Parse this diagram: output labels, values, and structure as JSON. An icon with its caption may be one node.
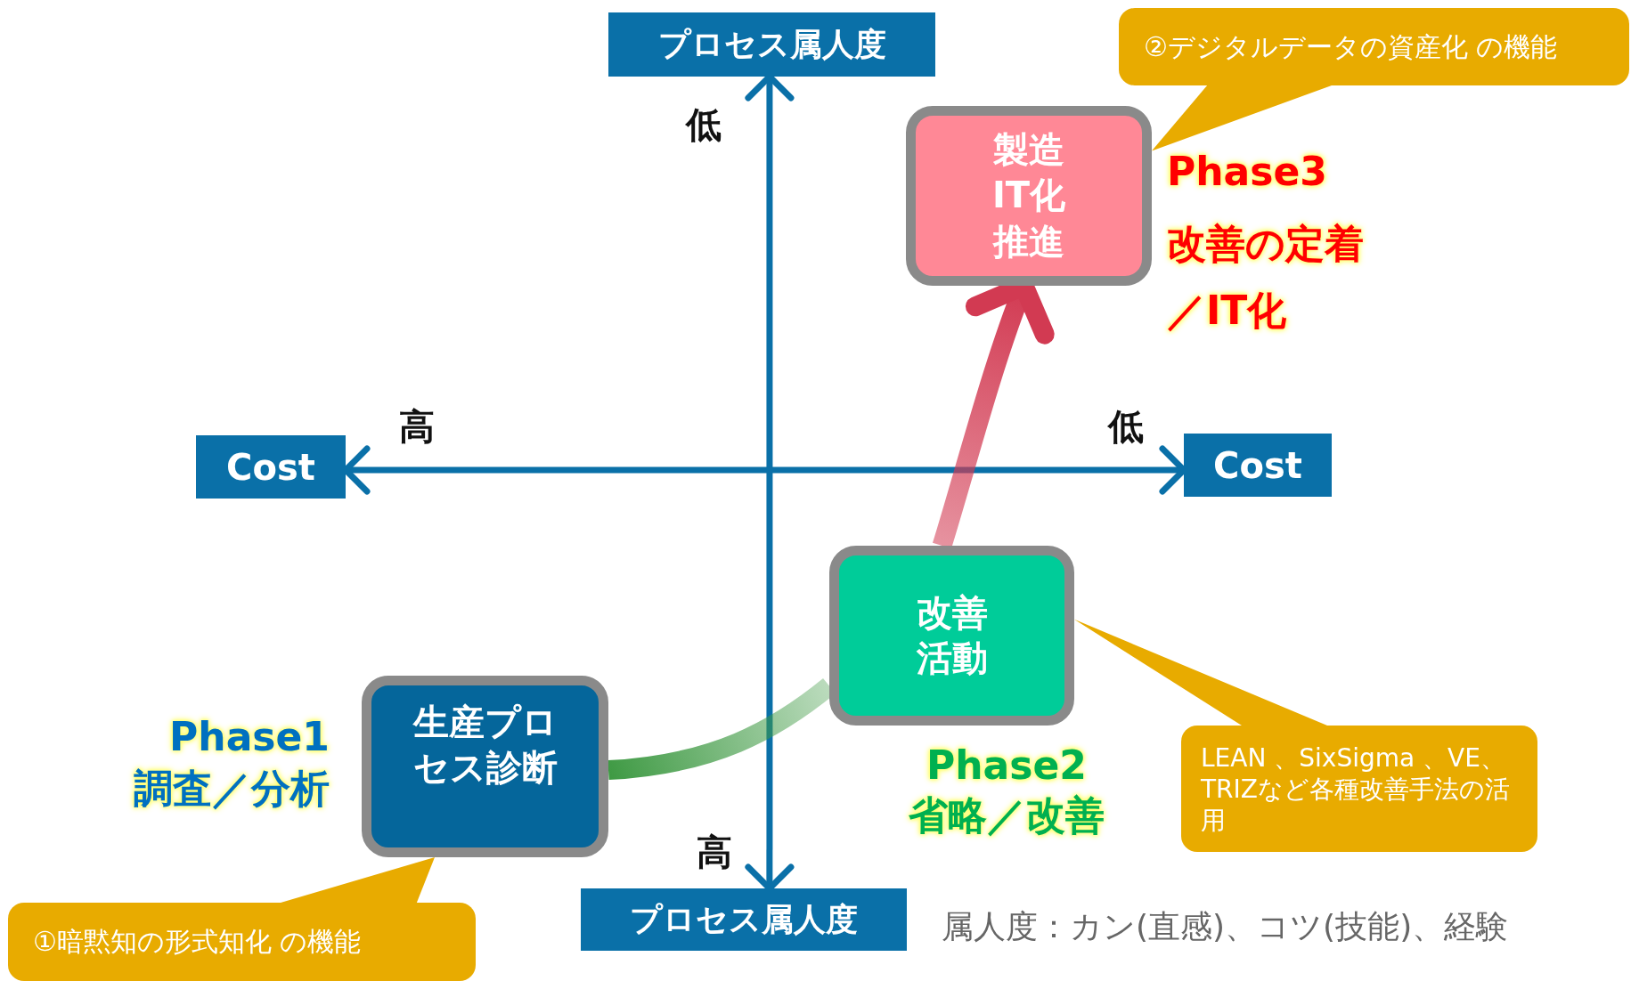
{
  "diagram": {
    "nodes": [
      {
        "text": [
          "プロセス属人度"
        ]
      },
      {
        "text": [
          "プロセス属人度"
        ]
      },
      {
        "text": [
          "Cost"
        ]
      },
      {
        "text": [
          "Cost"
        ]
      },
      {
        "text": [
          "生産プロセス診断"
        ],
        "beside": [
          "Phase1",
          "調査／分析"
        ]
      },
      {
        "text": [
          "改善活動"
        ],
        "beside": [
          "Phase2",
          "省略／改善"
        ]
      },
      {
        "text": [
          "製造IT化推進"
        ],
        "beside": [
          "Phase3",
          "改善の定着／IT化"
        ]
      },
      {
        "text": [
          "①暗黙知の形式知化 の機能"
        ]
      },
      {
        "text": [
          "②デジタルデータの資産化 の機能"
        ]
      },
      {
        "text": [
          "LEAN 、SixSigma 、VE、TRIZなど各種改善手法の活用"
        ]
      }
    ],
    "edges": [
      {
        "from": 1,
        "to": 0,
        "arrow": "both"
      },
      {
        "from": 2,
        "to": 3,
        "arrow": "both"
      },
      {
        "from": 4,
        "to": 5,
        "arrow": "none",
        "style": "thick",
        "color": "#3f9a44"
      },
      {
        "from": 5,
        "to": 6,
        "arrow": "to",
        "style": "thick",
        "color": "#d23a52"
      },
      {
        "from": 7,
        "to": 4,
        "arrow": "none",
        "color": "#e8ab00"
      },
      {
        "from": 8,
        "to": 6,
        "arrow": "none",
        "color": "#e8ab00"
      },
      {
        "from": 9,
        "to": 5,
        "arrow": "none",
        "color": "#e8ab00"
      }
    ],
    "labels": [
      "低",
      "高",
      "低",
      "高",
      "属人度：カン(直感)、コツ(技能)、経験"
    ]
  }
}
